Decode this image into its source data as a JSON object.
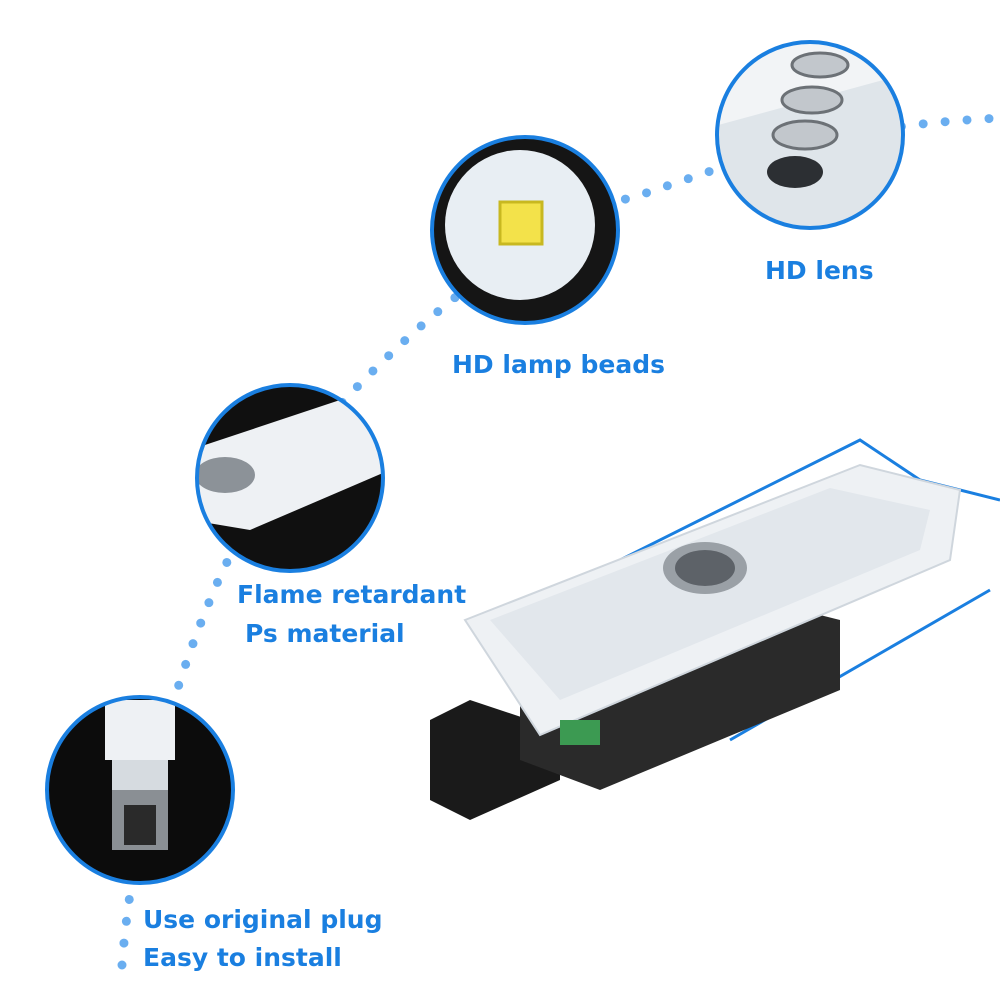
{
  "accent_color": "#1a7fe0",
  "features": [
    {
      "label": "HD lamp beads",
      "icon": "led-chip-photo"
    },
    {
      "label": "HD lens",
      "icon": "lens-stack-photo"
    },
    {
      "label_line1": "Flame retardant",
      "label_line2": "Ps material",
      "icon": "housing-photo"
    },
    {
      "label_line1": "Use original plug",
      "label_line2": "Easy to install",
      "icon": "plug-photo"
    }
  ],
  "product": {
    "icon": "door-projector-light"
  }
}
